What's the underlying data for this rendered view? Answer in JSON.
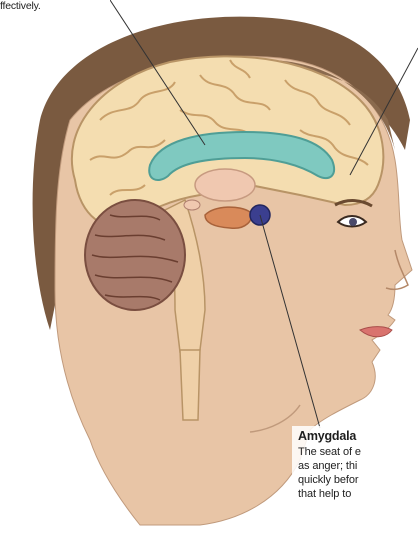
{
  "top_text": "ffectively.",
  "amygdala": {
    "title": "Amygdala",
    "lines": [
      "The seat of e",
      "as anger; thi",
      "quickly befor",
      "that help to"
    ]
  },
  "colors": {
    "skin": "#e8c5a6",
    "hair": "#7a5a40",
    "brain": "#f4ddb0",
    "ventricle": "#7fc9c0",
    "amygdala": "#3b3f8f",
    "cerebellum": "#a87a6a",
    "lips": "#d9736e"
  }
}
